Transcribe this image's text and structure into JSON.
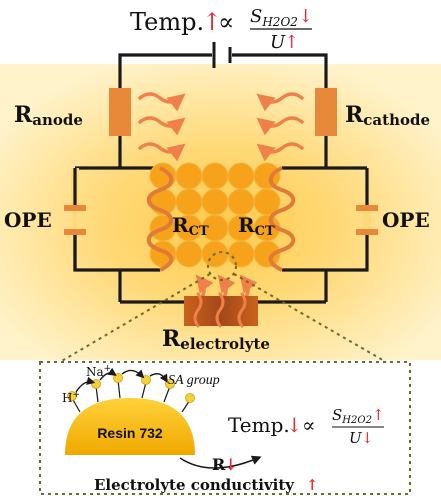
{
  "top_eq": {
    "lhs": "Temp.",
    "up_arrow": "↑",
    "prop": "∝",
    "num_base": "S",
    "num_sub": "H2O2",
    "num_arrow": "↓",
    "den_base": "U",
    "den_arrow": "↑"
  },
  "labels": {
    "r_anode_base": "R",
    "r_anode_sub": "anode",
    "r_cathode_base": "R",
    "r_cathode_sub": "cathode",
    "ope_left": "OPE",
    "ope_right": "OPE",
    "rct_base": "R",
    "rct_sub": "CT",
    "r_elec_base": "R",
    "r_elec_sub": "electrolyte"
  },
  "inset": {
    "resin_label": "Resin 732",
    "h_ion": "H",
    "h_charge": "+",
    "na_ion": "Na",
    "na_charge": "+",
    "sa_group": "SA group",
    "r_label": "R",
    "r_arrow": "↓",
    "conductivity": "Electrolyte conductivity",
    "conductivity_arrow": "↑",
    "eq_lhs": "Temp.",
    "eq_arrow": "↓",
    "eq_prop": "∝",
    "eq_num_base": "S",
    "eq_num_sub": "H2O2",
    "eq_num_arrow": "↑",
    "eq_den_base": "U",
    "eq_den_arrow": "↓"
  },
  "colors": {
    "glow_center": "#ffc940",
    "glow_edge": "#fff3c8",
    "circle_fill": "#f7a21b",
    "resistor": "#e8893a",
    "arrow_red": "#e0303a",
    "heat_arrow": "#f0804a",
    "wire": "#1a1a1a",
    "dot_yellow": "#f5d03a",
    "resin": "#f3b500"
  }
}
